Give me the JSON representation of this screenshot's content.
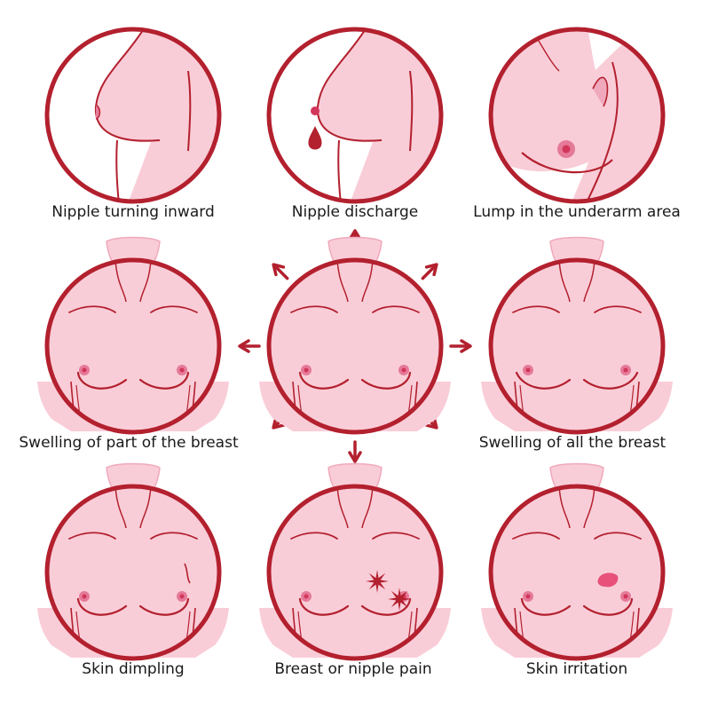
{
  "colors": {
    "ring": "#b3202e",
    "skin": "#f9cdd8",
    "skinLight": "#fde2e9",
    "skinDark": "#f0a9bc",
    "line": "#b3202e",
    "nipple": "#e57a98",
    "nippleDot": "#d2365a",
    "arrow": "#b3202e",
    "dischargeDrop": "#b3202e",
    "irritation": "#e7517a",
    "pain": "#b3202e"
  },
  "panels": [
    {
      "key": "nipple-inward",
      "label": "Nipple turning inward",
      "view": "side",
      "symptom": "inverted"
    },
    {
      "key": "nipple-discharge",
      "label": "Nipple discharge",
      "view": "side",
      "symptom": "discharge"
    },
    {
      "key": "underarm-lump",
      "label": "Lump in the underarm area",
      "view": "underarm",
      "symptom": "lump"
    },
    {
      "key": "swelling-part",
      "label": "Swelling of part of the breast",
      "view": "front",
      "symptom": "swell-part"
    },
    {
      "key": "center",
      "label": "",
      "view": "front",
      "symptom": "none"
    },
    {
      "key": "swelling-all",
      "label": "Swelling of all the breast",
      "view": "front",
      "symptom": "swell-all"
    },
    {
      "key": "skin-dimpling",
      "label": "Skin dimpling",
      "view": "front",
      "symptom": "dimpling"
    },
    {
      "key": "breast-pain",
      "label": "Breast or nipple pain",
      "view": "front",
      "symptom": "pain"
    },
    {
      "key": "skin-irritation",
      "label": "Skin irritation",
      "view": "front",
      "symptom": "irritation"
    }
  ],
  "arrows": [
    "up",
    "up-right",
    "right",
    "down-right",
    "down",
    "down-left",
    "left",
    "up-left"
  ]
}
